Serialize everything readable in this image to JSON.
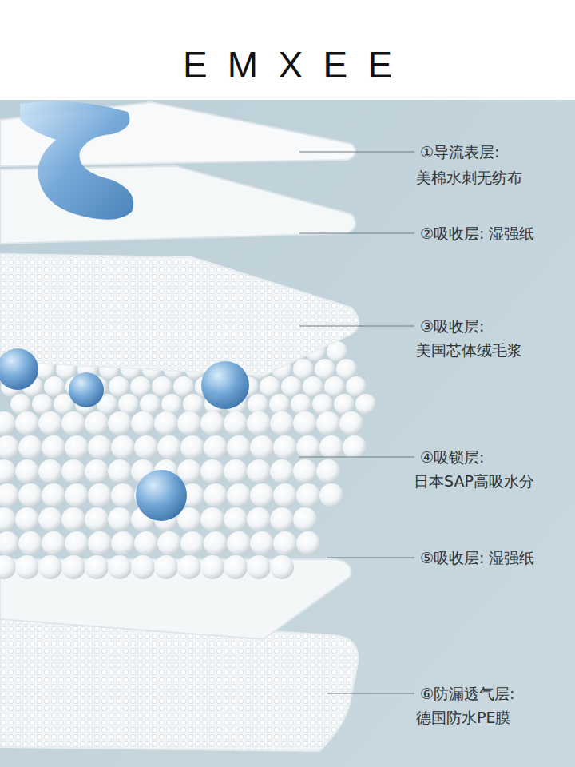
{
  "diagram": {
    "title": "EMXEE",
    "labels": [
      "①导流表层:",
      "美棉水刺无纺布",
      "②吸收层: 湿强纸",
      "③吸收层:",
      "美国芯体绒毛浆",
      "④吸锁层:",
      "日本SAP高吸水分",
      "⑤吸收层: 湿强纸",
      "⑥防漏透气层:",
      "德国防水PE膜"
    ]
  }
}
